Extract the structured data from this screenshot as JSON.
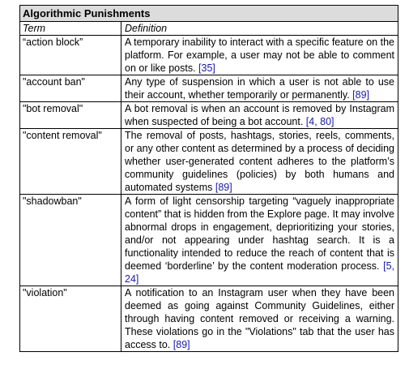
{
  "table": {
    "title": "Algorithmic Punishments",
    "headers": {
      "term": "Term",
      "definition": "Definition"
    },
    "rows": [
      {
        "term": "“action block”",
        "definition": "A temporary inability to interact with a specific feature on the platform. For example, a user may not be able to comment on or like posts.",
        "citation": "[35]"
      },
      {
        "term": "\"account ban\"",
        "definition": "Any type of suspension in which a user is not able to use their account, whether temporarily or permanently.",
        "citation": "[89]"
      },
      {
        "term": "\"bot removal\"",
        "definition": "A bot removal is when an account is removed by Instagram when suspected of being a bot account.",
        "citation": "[4, 80]"
      },
      {
        "term": "\"content removal\"",
        "definition": "The removal of posts, hashtags, stories, reels, comments, or any other content as determined by a process of deciding whether user-generated content adheres to the platform’s community guidelines (policies) by both humans and automated systems",
        "citation": "[89]"
      },
      {
        "term": "\"shadowban\"",
        "definition": "A form of light censorship targeting “vaguely inappropriate content” that is hidden from the Explore page. It may involve abnormal drops in engagement, deprioritizing your stories, and/or not appearing under hashtag search. It is a functionality intended to reduce the reach of content that is deemed ‘borderline’ by the content moderation process.",
        "citation": "[5, 24]"
      },
      {
        "term": "\"violation\"",
        "definition": "A notification to an Instagram user when they have been deemed as going against Community Guidelines, either through having content removed or receiving a warning. These violations go in the \"Violations\" tab that the user has access to.",
        "citation": "[89]"
      }
    ]
  }
}
